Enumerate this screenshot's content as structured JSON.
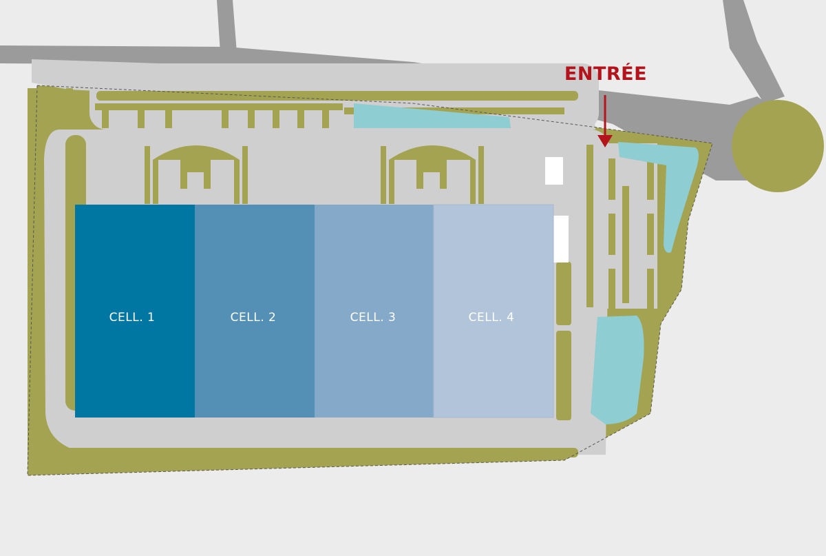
{
  "entrance": {
    "label": "ENTRÉE"
  },
  "cells": [
    {
      "label": "CELL. 1"
    },
    {
      "label": "CELL. 2"
    },
    {
      "label": "CELL. 3"
    },
    {
      "label": "CELL. 4"
    }
  ],
  "colors": {
    "background": "#ececec",
    "road": "#9b9b9b",
    "green": "#a3a352",
    "paving": "#cfcfcf",
    "water": "#8ecdd2",
    "accent": "#b3141c",
    "cell_1": "#0076a3",
    "cell_2": "#5490b6",
    "cell_3": "#85a9c8",
    "cell_4": "#b1c4da"
  }
}
